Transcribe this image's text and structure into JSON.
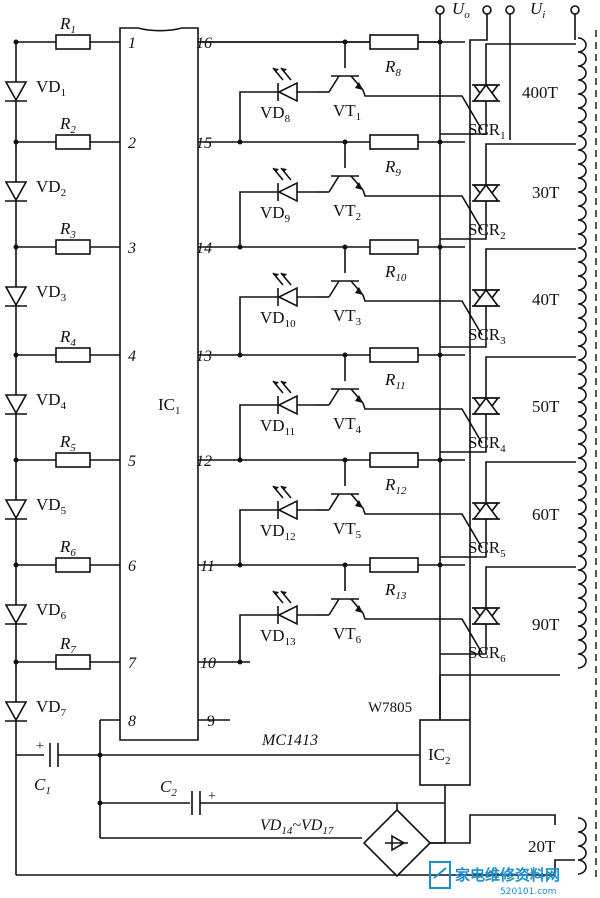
{
  "ic1": {
    "name": "IC",
    "name_sub": "1",
    "part": "MC1413",
    "left_pins": [
      "1",
      "2",
      "3",
      "4",
      "5",
      "6",
      "7",
      "8"
    ],
    "right_pins": [
      "16",
      "15",
      "14",
      "13",
      "12",
      "11",
      "10",
      "9"
    ]
  },
  "ic2": {
    "name": "IC",
    "name_sub": "2",
    "part": "W7805"
  },
  "resistors_left": [
    {
      "name": "R",
      "sub": "1"
    },
    {
      "name": "R",
      "sub": "2"
    },
    {
      "name": "R",
      "sub": "3"
    },
    {
      "name": "R",
      "sub": "4"
    },
    {
      "name": "R",
      "sub": "5"
    },
    {
      "name": "R",
      "sub": "6"
    },
    {
      "name": "R",
      "sub": "7"
    }
  ],
  "diodes_left": [
    {
      "name": "VD",
      "sub": "1"
    },
    {
      "name": "VD",
      "sub": "2"
    },
    {
      "name": "VD",
      "sub": "3"
    },
    {
      "name": "VD",
      "sub": "4"
    },
    {
      "name": "VD",
      "sub": "5"
    },
    {
      "name": "VD",
      "sub": "6"
    },
    {
      "name": "VD",
      "sub": "7"
    }
  ],
  "resistors_right": [
    {
      "name": "R",
      "sub": "8"
    },
    {
      "name": "R",
      "sub": "9"
    },
    {
      "name": "R",
      "sub": "10"
    },
    {
      "name": "R",
      "sub": "11"
    },
    {
      "name": "R",
      "sub": "12"
    },
    {
      "name": "R",
      "sub": "13"
    }
  ],
  "transistors": [
    {
      "name": "VT",
      "sub": "1"
    },
    {
      "name": "VT",
      "sub": "2"
    },
    {
      "name": "VT",
      "sub": "3"
    },
    {
      "name": "VT",
      "sub": "4"
    },
    {
      "name": "VT",
      "sub": "5"
    },
    {
      "name": "VT",
      "sub": "6"
    }
  ],
  "leds": [
    {
      "name": "VD",
      "sub": "8"
    },
    {
      "name": "VD",
      "sub": "9"
    },
    {
      "name": "VD",
      "sub": "10"
    },
    {
      "name": "VD",
      "sub": "11"
    },
    {
      "name": "VD",
      "sub": "12"
    },
    {
      "name": "VD",
      "sub": "13"
    }
  ],
  "scrs": [
    {
      "name": "SCR",
      "sub": "1"
    },
    {
      "name": "SCR",
      "sub": "2"
    },
    {
      "name": "SCR",
      "sub": "3"
    },
    {
      "name": "SCR",
      "sub": "4"
    },
    {
      "name": "SCR",
      "sub": "5"
    },
    {
      "name": "SCR",
      "sub": "6"
    }
  ],
  "windings": [
    "400T",
    "30T",
    "40T",
    "50T",
    "60T",
    "90T"
  ],
  "winding_bottom": "20T",
  "terminals": {
    "uo": {
      "name": "U",
      "sub": "o"
    },
    "ui": {
      "name": "U",
      "sub": "i"
    }
  },
  "capacitors": [
    {
      "name": "C",
      "sub": "1",
      "polarity": "+"
    },
    {
      "name": "C",
      "sub": "2",
      "polarity": "+"
    }
  ],
  "bridge": {
    "name": "VD",
    "sub": "14",
    "sep": "~",
    "name2": "VD",
    "sub2": "17"
  },
  "watermark": {
    "text": "家电维修资料网",
    "url": "520101.com"
  }
}
